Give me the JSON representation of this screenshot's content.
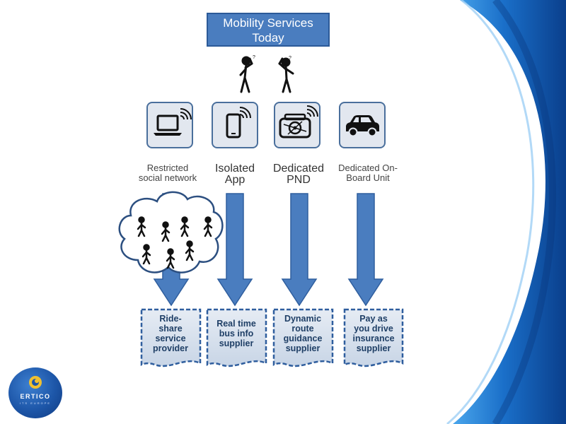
{
  "title": {
    "line1": "Mobility Services",
    "line2": "Today"
  },
  "categories": [
    {
      "icon": "laptop-wifi-icon",
      "label_line1": "Restricted",
      "label_line2": "social network",
      "supplier": [
        "Ride-",
        "share",
        "service",
        "provider"
      ]
    },
    {
      "icon": "smartphone-wifi-icon",
      "label_line1": "Isolated",
      "label_line2": "App",
      "supplier": [
        "Real time",
        "bus info",
        "supplier"
      ]
    },
    {
      "icon": "navigation-device-wifi-icon",
      "label_line1": "Dedicated",
      "label_line2": "PND",
      "supplier": [
        "Dynamic",
        "route",
        "guidance",
        "supplier"
      ]
    },
    {
      "icon": "car-icon",
      "label_line1": "Dedicated On-",
      "label_line2": "Board Unit",
      "supplier": [
        "Pay as",
        "you drive",
        "insurance",
        "supplier"
      ]
    }
  ],
  "logo": {
    "name": "ERTICO",
    "sub": "ITS EUROPE"
  },
  "colors": {
    "accent": "#4a7dbf",
    "arrow": "#4a7dbf",
    "doc_fill": "#d9e2ee",
    "swoosh_dark": "#0b4fa0",
    "swoosh_light": "#3d97e2"
  }
}
